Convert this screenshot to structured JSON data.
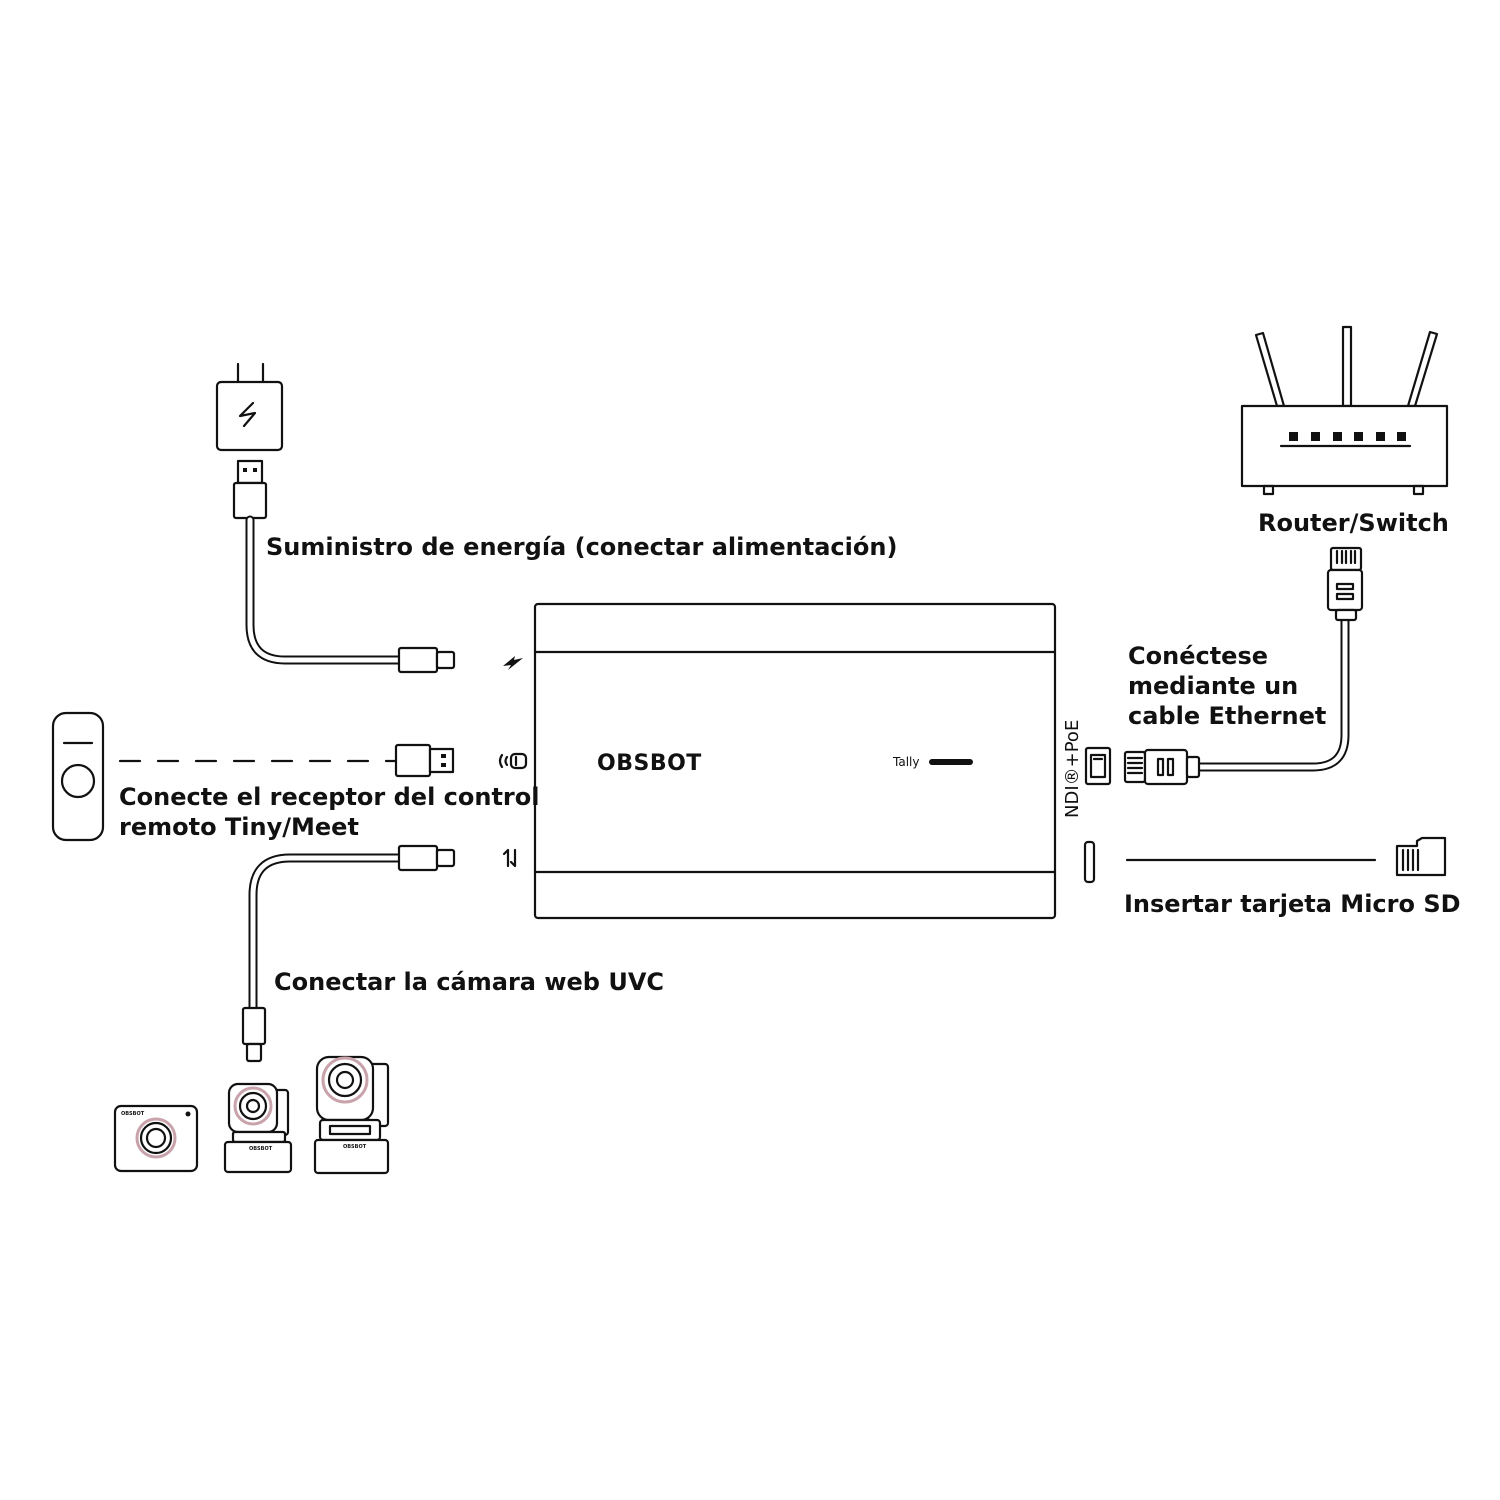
{
  "device": {
    "brand": "OBSBOT",
    "tally_label": "Tally",
    "port_label": "NDI®+PoE"
  },
  "labels": {
    "power": "Suministro de energía (conectar alimentación)",
    "remote_line1": "Conecte el receptor del control",
    "remote_line2": "remoto Tiny/Meet",
    "webcam": "Conectar la cámara web UVC",
    "ethernet_line1": "Conéctese",
    "ethernet_line2": "mediante un",
    "ethernet_line3": "cable Ethernet",
    "router": "Router/Switch",
    "sd": "Insertar tarjeta Micro SD"
  },
  "camera_brand": "OBSBOT",
  "colors": {
    "line": "#111111",
    "accent_pink": "#c9a3ab"
  },
  "icons": [
    "power-adapter-icon",
    "bolt-icon",
    "usb-a-connector-icon",
    "usb-c-connector-icon",
    "remote-receiver-icon",
    "wireless-icon",
    "data-transfer-icon",
    "ethernet-port-icon",
    "rj45-connector-icon",
    "router-icon",
    "sd-slot-icon",
    "micro-sd-card-icon",
    "webcam-icon",
    "ptz-camera-icon"
  ]
}
